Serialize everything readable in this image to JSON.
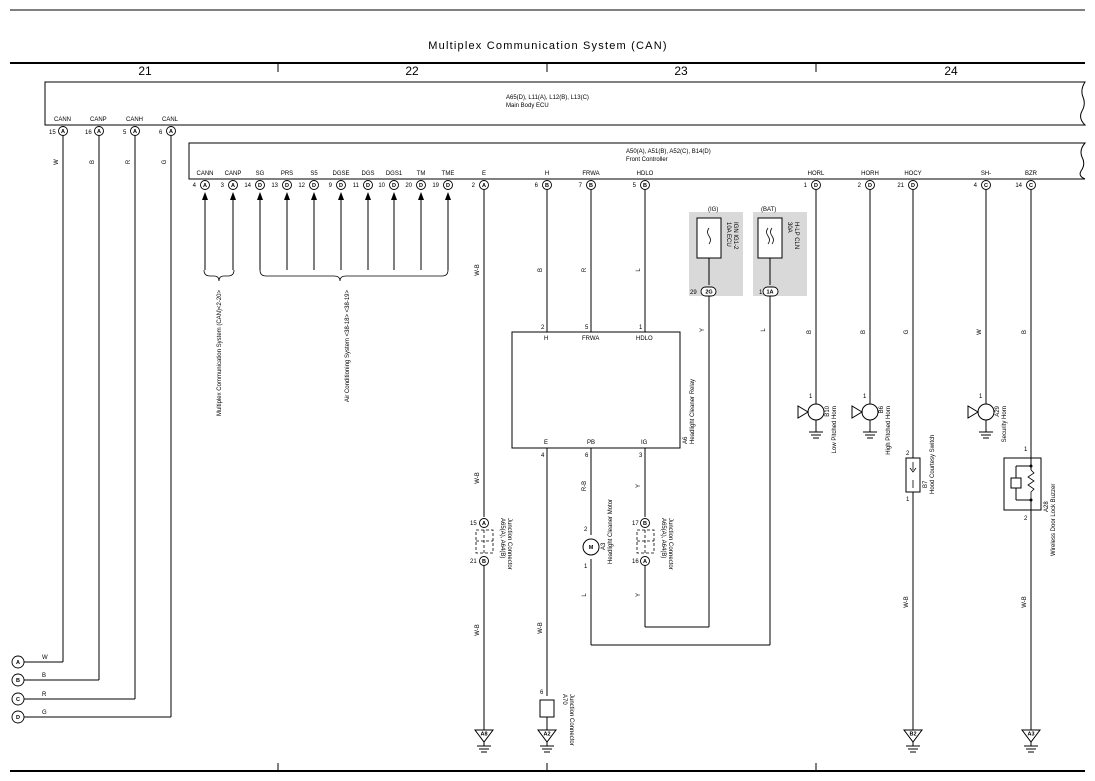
{
  "title": "Multiplex Communication System (CAN)",
  "sections": [
    "21",
    "22",
    "23",
    "24"
  ],
  "main_body_ecu": {
    "id": "A65(D), L11(A), L12(B), L13(C)",
    "name": "Main Body ECU",
    "pins": [
      {
        "pin": "15",
        "conn": "A",
        "name": "CANN",
        "wire": "W"
      },
      {
        "pin": "16",
        "conn": "A",
        "name": "CANP",
        "wire": "B"
      },
      {
        "pin": "5",
        "conn": "A",
        "name": "CANH",
        "wire": "R"
      },
      {
        "pin": "6",
        "conn": "A",
        "name": "CANL",
        "wire": "G"
      }
    ]
  },
  "front_controller": {
    "id": "A50(A), A51(B), A52(C), B14(D)",
    "name": "Front Controller",
    "pins": [
      {
        "pin": "4",
        "conn": "A",
        "name": "CANN"
      },
      {
        "pin": "3",
        "conn": "A",
        "name": "CANP"
      },
      {
        "pin": "14",
        "conn": "D",
        "name": "SG"
      },
      {
        "pin": "13",
        "conn": "D",
        "name": "PRS"
      },
      {
        "pin": "12",
        "conn": "D",
        "name": "S5"
      },
      {
        "pin": "9",
        "conn": "D",
        "name": "DGSE"
      },
      {
        "pin": "11",
        "conn": "D",
        "name": "DGS"
      },
      {
        "pin": "10",
        "conn": "D",
        "name": "DGS1"
      },
      {
        "pin": "20",
        "conn": "D",
        "name": "TM"
      },
      {
        "pin": "19",
        "conn": "D",
        "name": "TME"
      },
      {
        "pin": "2",
        "conn": "A",
        "name": "E"
      },
      {
        "pin": "6",
        "conn": "B",
        "name": "H"
      },
      {
        "pin": "7",
        "conn": "B",
        "name": "FRWA"
      },
      {
        "pin": "5",
        "conn": "B",
        "name": "HDLO"
      },
      {
        "pin": "1",
        "conn": "D",
        "name": "HORL"
      },
      {
        "pin": "2",
        "conn": "D",
        "name": "HORH"
      },
      {
        "pin": "21",
        "conn": "D",
        "name": "HOCY"
      },
      {
        "pin": "4",
        "conn": "C",
        "name": "SH-"
      },
      {
        "pin": "14",
        "conn": "C",
        "name": "BZR"
      }
    ]
  },
  "references": {
    "multiplex": "Multiplex Communication System (CAN)<2-20>",
    "air_conditioning": "Air Conditioning System <38-18> <38-19>"
  },
  "fuses": [
    {
      "supply": "(IG)",
      "rating": "10A ECU",
      "name": "IGN IG1-2",
      "pin": "29",
      "conn": "2G"
    },
    {
      "supply": "(BAT)",
      "rating": "30A",
      "name": "H-LP CLN",
      "pin": "1",
      "conn": "1A"
    }
  ],
  "relay": {
    "id": "A6",
    "name": "Headlight Cleaner Relay",
    "top_pins": [
      {
        "pin": "2",
        "name": "H"
      },
      {
        "pin": "5",
        "name": "FRWA"
      },
      {
        "pin": "1",
        "name": "HDLO"
      }
    ],
    "bottom_pins": [
      {
        "pin": "4",
        "name": "E"
      },
      {
        "pin": "6",
        "name": "PB"
      },
      {
        "pin": "3",
        "name": "IG"
      }
    ]
  },
  "components": {
    "horn_low": {
      "id": "B10",
      "name": "Low Pitched Horn",
      "pin": "1"
    },
    "horn_high": {
      "id": "B6",
      "name": "High Pitched Horn",
      "pin": "1"
    },
    "horn_security": {
      "id": "A29",
      "name": "Security Horn",
      "pin": "1"
    },
    "hood_switch": {
      "id": "B7",
      "name": "Hood Courtesy Switch",
      "pin_top": "2",
      "pin_bottom": "1"
    },
    "buzzer": {
      "id": "A28",
      "name": "Wireless Door Lock Buzzer",
      "pin_top": "1",
      "pin_bottom": "2"
    },
    "motor": {
      "id": "A3",
      "name": "Headlight Cleaner Motor",
      "pin_top": "2",
      "pin_bottom": "1"
    },
    "jc1": {
      "id": "A65(A), A64(B)",
      "name": "Junction Connector",
      "pin_top": "15",
      "conn_top": "A",
      "pin_bottom": "21",
      "conn_bottom": "B"
    },
    "jc2": {
      "id": "A65(A), A64(B)",
      "name": "Junction Connector",
      "pin_top": "17",
      "conn_top": "B",
      "pin_bottom": "16",
      "conn_bottom": "A"
    },
    "jc3": {
      "id": "A70",
      "name": "Junction Connector",
      "pin": "6"
    }
  },
  "wires": {
    "e": "W-B",
    "h": "B",
    "frwa": "R",
    "hdlo": "L",
    "ig": "Y",
    "bat": "L",
    "horl": "B",
    "horh": "B",
    "hocy": "G",
    "sh": "W",
    "bzr": "B",
    "pb": "R-B",
    "relay_ig": "Y",
    "motor_l": "L",
    "jc2_y": "Y",
    "e_below": "W-B",
    "relay_e": "W-B",
    "hocy_gnd": "W-B",
    "bzr_gnd": "W-B"
  },
  "grounds": [
    "A8",
    "A2",
    "B2",
    "A3"
  ],
  "side_connectors": [
    {
      "id": "A",
      "wire": "W"
    },
    {
      "id": "B",
      "wire": "B"
    },
    {
      "id": "C",
      "wire": "R"
    },
    {
      "id": "D",
      "wire": "G"
    }
  ]
}
